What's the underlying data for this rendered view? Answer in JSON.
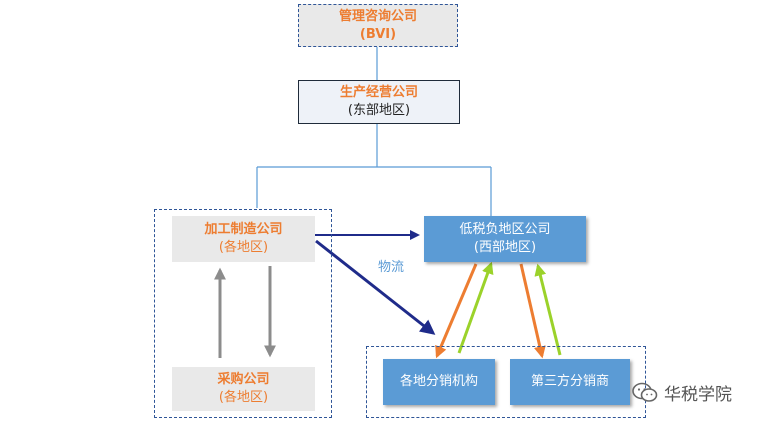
{
  "nodes": {
    "consulting": {
      "name": "管理咨询公司",
      "sub": "(BVI)"
    },
    "operating": {
      "name": "生产经营公司",
      "sub": "(东部地区)"
    },
    "manufacturing": {
      "name": "加工制造公司",
      "sub": "(各地区)"
    },
    "procurement": {
      "name": "采购公司",
      "sub": "(各地区)"
    },
    "low_tax": {
      "name": "低税负地区公司",
      "sub": "(西部地区)"
    },
    "local_distribution": {
      "name": "各地分销机构"
    },
    "third_party": {
      "name": "第三方分销商"
    }
  },
  "edge_labels": {
    "logistics": "物流"
  },
  "watermark": {
    "text": "华税学院",
    "icon": "wechat-icon"
  },
  "colors": {
    "title_orange": "#ed7d31",
    "box_blue": "#5b9bd5",
    "box_grey": "#e9e9e9",
    "arrow_navy": "#1f2b8a",
    "arrow_grey": "#8c8c8c",
    "arrow_green": "#9bd22a",
    "arrow_orange": "#ed7d31",
    "connector": "#5b9bd5"
  }
}
